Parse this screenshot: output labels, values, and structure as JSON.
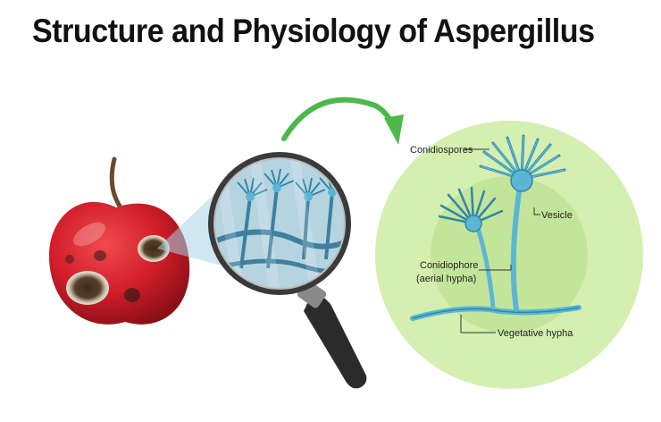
{
  "title": "Structure and Physiology of Aspergillus",
  "labels": {
    "conidiospores": "Conidiospores",
    "vesicle": "Vesicle",
    "conidiophore": "Conidiophore",
    "aerial_hypha": "(aerial hypha)",
    "vegetative_hypha": "Vegetative hypha"
  },
  "colors": {
    "apple": "#d21e2a",
    "apple_dark": "#8a0f16",
    "circle_outer": "#d4efb0",
    "circle_inner": "#c2e59a",
    "fungus": "#5bb6d6",
    "fungus_dark": "#2f86a8",
    "arrow": "#4cb84a",
    "lens_frame": "#3a3a3a",
    "handle": "#2b2b2b"
  },
  "icons": [
    "apple-icon",
    "magnifying-glass-icon",
    "curved-arrow-icon"
  ]
}
